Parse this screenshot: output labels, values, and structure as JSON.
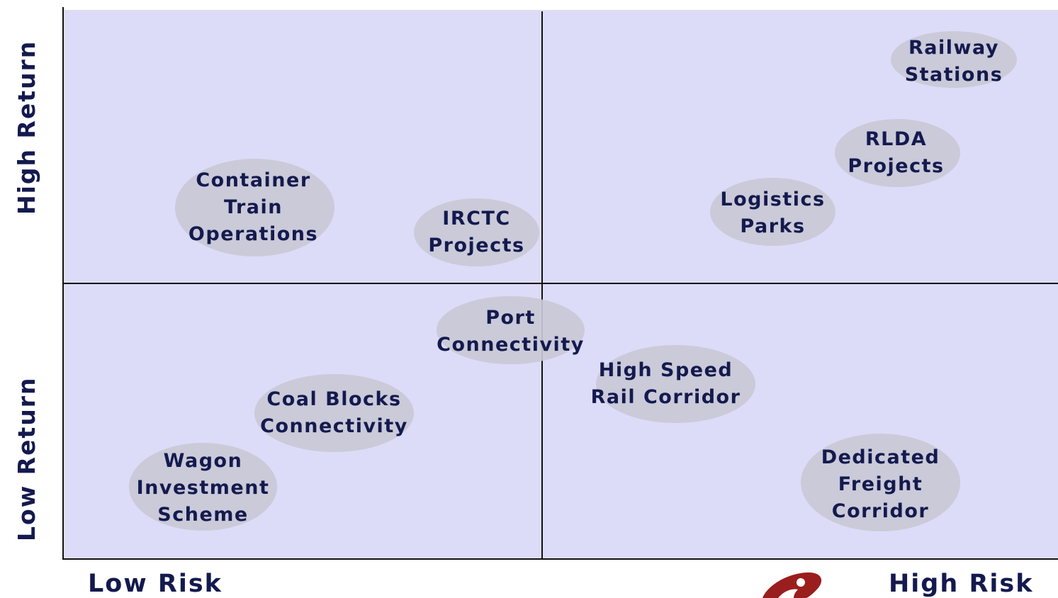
{
  "axes": {
    "y_high": "High Return",
    "y_low": "Low Return",
    "x_low": "Low Risk",
    "x_high": "High Risk"
  },
  "items": [
    {
      "label": "Container\nTrain\nOperations",
      "quadrant": "low-risk-high-return"
    },
    {
      "label": "IRCTC\nProjects",
      "quadrant": "low-risk-high-return"
    },
    {
      "label": "Railway\nStations",
      "quadrant": "high-risk-high-return"
    },
    {
      "label": "RLDA\nProjects",
      "quadrant": "high-risk-high-return"
    },
    {
      "label": "Logistics\nParks",
      "quadrant": "high-risk-high-return"
    },
    {
      "label": "Port\nConnectivity",
      "quadrant": "center"
    },
    {
      "label": "High Speed\nRail Corridor",
      "quadrant": "high-risk-low-return"
    },
    {
      "label": "Coal Blocks\nConnectivity",
      "quadrant": "low-risk-low-return"
    },
    {
      "label": "Wagon\nInvestment\nScheme",
      "quadrant": "low-risk-low-return"
    },
    {
      "label": "Dedicated\nFreight\nCorridor",
      "quadrant": "high-risk-low-return"
    }
  ],
  "colors": {
    "background": "#dcdcf8",
    "bubble": "#c8c8d6",
    "text": "#141a4e",
    "logo": "#9a1e1e"
  }
}
